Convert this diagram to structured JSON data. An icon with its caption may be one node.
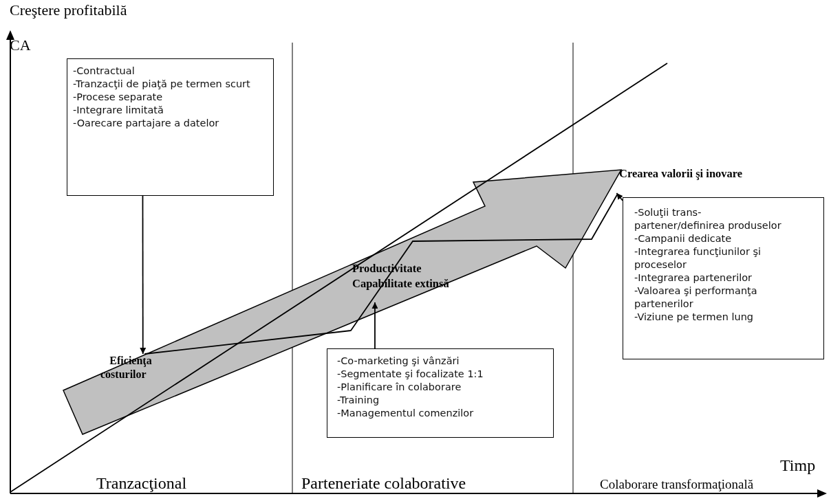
{
  "diagram": {
    "nodes": [
      {
        "text": [
          "-Contractual",
          "-Tranzacţii de piaţă pe termen scurt",
          "-Procese separate",
          "-Integrare limitată",
          "-Oarecare partajare a datelor"
        ]
      },
      {
        "text": [
          "Eficienţa costurilor"
        ]
      },
      {
        "text": [
          "-Co-marketing şi vânzări",
          "-Segmentate şi focalizate 1:1",
          "-Planificare în colaborare",
          "-Training",
          "-Managementul comenzilor"
        ]
      },
      {
        "text": [
          "Productivitate Capabilitate extinsă"
        ]
      },
      {
        "text": [
          "Crearea valorii şi inovare"
        ]
      },
      {
        "text": [
          "-Soluţii trans-partener/definirea produselor",
          "-Campanii dedicate",
          "-Integrarea funcţiunilor şi proceselor",
          "-Integrarea partenerilor",
          "-Valoarea şi performanţa partenerilor",
          "-Viziune pe termen lung"
        ]
      }
    ],
    "edges": [
      {
        "from": 0,
        "to": 1,
        "arrow": "to"
      },
      {
        "from": 2,
        "to": 3,
        "arrow": "to"
      },
      {
        "from": 5,
        "to": 4,
        "arrow": "to"
      },
      {
        "from": 1,
        "to": 4,
        "arrow": "none"
      }
    ],
    "labels": [
      "Creştere profitabilă",
      "CA",
      "Timp",
      "Tranzacţional",
      "Parteneriate colaborative",
      "Colaborare transformaţională"
    ]
  }
}
